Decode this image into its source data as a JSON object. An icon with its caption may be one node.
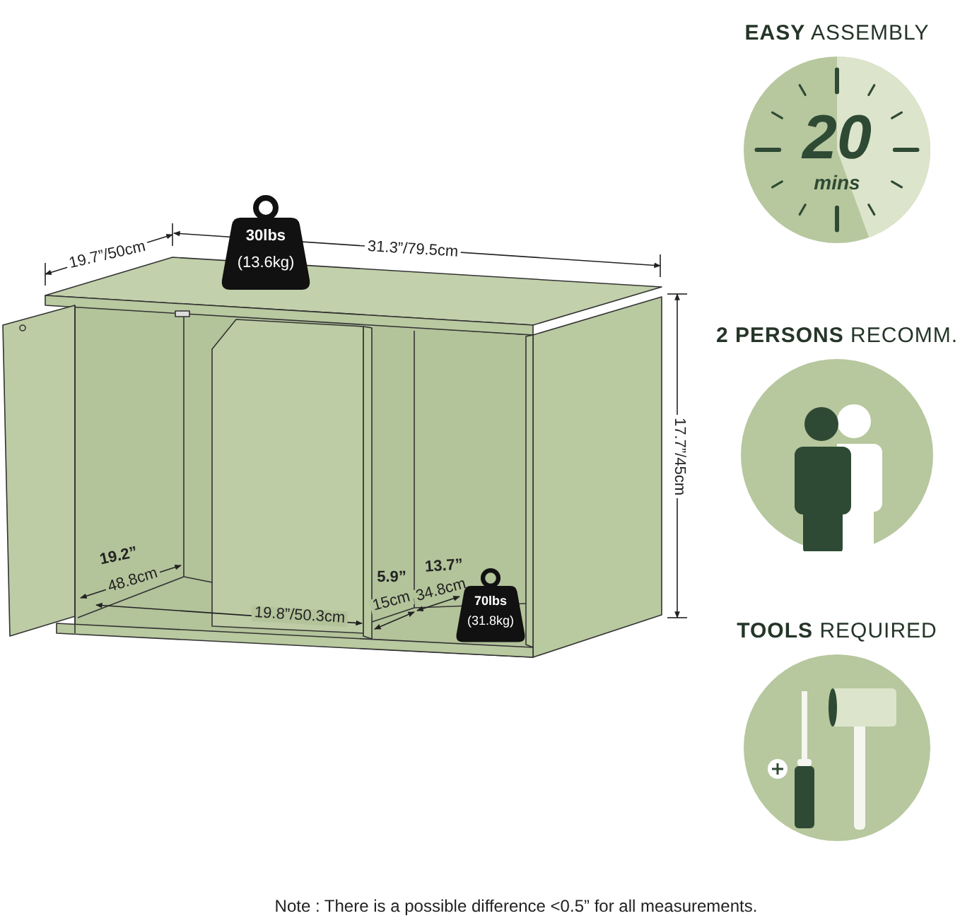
{
  "diagram": {
    "nodes": [
      {
        "text": [
          "30lbs",
          "(13.6kg)"
        ]
      },
      {
        "text": [
          "70lbs",
          "(31.8kg)"
        ]
      },
      {
        "text": [
          "**EASY** ASSEMBLY",
          "20",
          "mins"
        ]
      },
      {
        "text": [
          "**2 PERSONS** RECOMM."
        ]
      },
      {
        "text": [
          "**TOOLS** REQUIRED"
        ]
      }
    ],
    "labels": [
      "19.7”/50cm",
      "31.3”/79.5cm",
      "17.7”/45cm",
      "19.2”",
      "48.8cm",
      "13.7”",
      "5.9”",
      "34.8cm",
      "15cm",
      "19.8”/50.3cm",
      "Note : There is a possible difference <0.5” for all measurements."
    ]
  }
}
